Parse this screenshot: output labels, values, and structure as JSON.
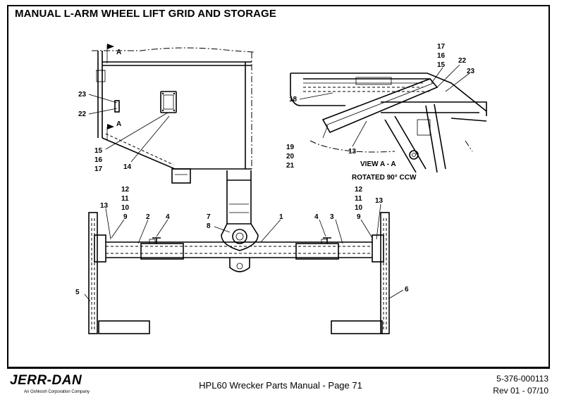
{
  "page": {
    "title": "MANUAL L-ARM WHEEL LIFT GRID AND STORAGE",
    "footer": {
      "brand": "JERR-DAN",
      "brand_tagline": "An Oshkosh Corporation Company",
      "manual": "HPL60 Wrecker Parts Manual  -  Page 71",
      "part_number": "5-376-000113",
      "revision": "Rev 01 - 07/10"
    }
  },
  "section_markers": [
    "A",
    "A"
  ],
  "view_label": {
    "line1": "VIEW  A - A",
    "line2": "ROTATED 90° CCW"
  },
  "callouts": {
    "side_view": [
      "23",
      "22",
      "15",
      "16",
      "17",
      "14"
    ],
    "view_aa": [
      "17",
      "16",
      "15",
      "22",
      "23",
      "18",
      "19",
      "20",
      "21",
      "13"
    ],
    "grid_left": [
      "12",
      "11",
      "10",
      "9",
      "13",
      "2",
      "4",
      "5"
    ],
    "grid_center": [
      "7",
      "8",
      "1"
    ],
    "grid_right": [
      "4",
      "3",
      "12",
      "11",
      "10",
      "9",
      "13",
      "6"
    ]
  }
}
